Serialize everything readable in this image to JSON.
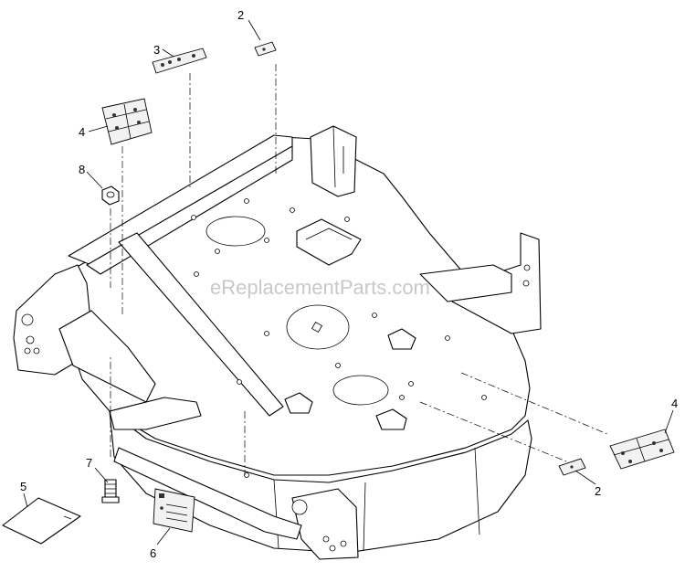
{
  "diagram": {
    "watermark": "eReplacementParts.com",
    "callouts": [
      {
        "id": "c2-top",
        "label": "2"
      },
      {
        "id": "c3",
        "label": "3"
      },
      {
        "id": "c4-left",
        "label": "4"
      },
      {
        "id": "c8",
        "label": "8"
      },
      {
        "id": "c4-right",
        "label": "4"
      },
      {
        "id": "c2-right",
        "label": "2"
      },
      {
        "id": "c7",
        "label": "7"
      },
      {
        "id": "c5",
        "label": "5"
      },
      {
        "id": "c6",
        "label": "6"
      }
    ],
    "colors": {
      "line": "#000000",
      "background": "#ffffff",
      "watermark": "#c8c8c8"
    }
  }
}
